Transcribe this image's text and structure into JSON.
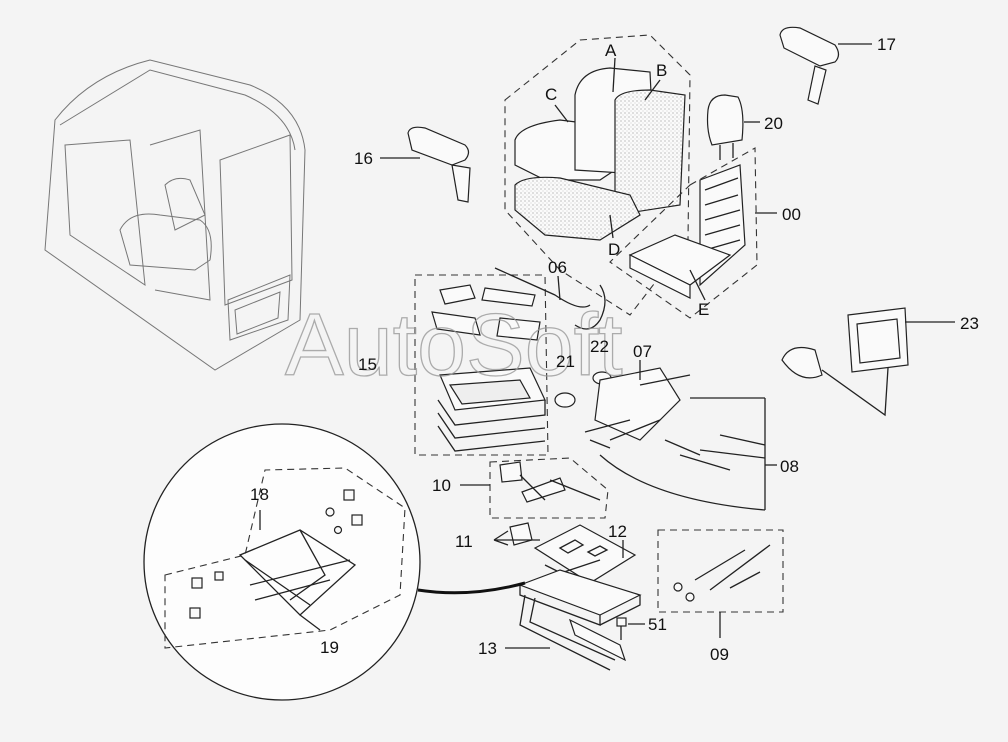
{
  "watermark": "AutoSoft",
  "labels": {
    "A": "A",
    "B": "B",
    "C": "C",
    "D": "D",
    "E": "E",
    "p00": "00",
    "p06": "06",
    "p07": "07",
    "p08": "08",
    "p09": "09",
    "p10": "10",
    "p11": "11",
    "p12": "12",
    "p13": "13",
    "p15": "15",
    "p16": "16",
    "p17": "17",
    "p18": "18",
    "p19": "19",
    "p20": "20",
    "p21": "21",
    "p22": "22",
    "p23": "23",
    "p51": "51"
  }
}
